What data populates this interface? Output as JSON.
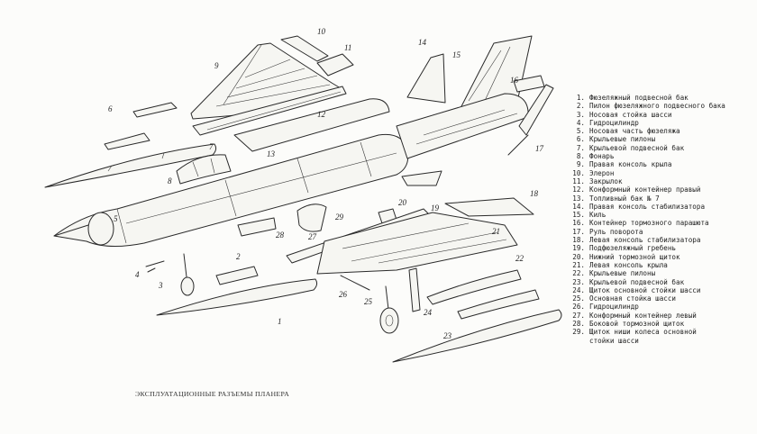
{
  "diagram": {
    "legend": [
      {
        "n": "1.",
        "text": "Фюзеляжный подвесной бак"
      },
      {
        "n": "2.",
        "text": "Пилон фюзеляжного подвесного бака"
      },
      {
        "n": "3.",
        "text": "Носовая стойка шасси"
      },
      {
        "n": "4.",
        "text": "Гидроцилиндр"
      },
      {
        "n": "5.",
        "text": "Носовая часть фюзеляжа"
      },
      {
        "n": "6.",
        "text": "Крыльевые пилоны"
      },
      {
        "n": "7.",
        "text": "Крыльевой подвесной бак"
      },
      {
        "n": "8.",
        "text": "Фонарь"
      },
      {
        "n": "9.",
        "text": "Правая консоль крыла"
      },
      {
        "n": "10.",
        "text": "Элерон"
      },
      {
        "n": "11.",
        "text": "Закрылок"
      },
      {
        "n": "12.",
        "text": "Конформный контейнер правый"
      },
      {
        "n": "13.",
        "text": "Топливный бак № 7"
      },
      {
        "n": "14.",
        "text": "Правая консоль стабилизатора"
      },
      {
        "n": "15.",
        "text": "Киль"
      },
      {
        "n": "16.",
        "text": "Контейнер тормозного парашюта"
      },
      {
        "n": "17.",
        "text": "Руль поворота"
      },
      {
        "n": "18.",
        "text": "Левая консоль стабилизатора"
      },
      {
        "n": "19.",
        "text": "Подфюзеляжный гребень"
      },
      {
        "n": "20.",
        "text": "Нижний тормозной щиток"
      },
      {
        "n": "21.",
        "text": "Левая консоль крыла"
      },
      {
        "n": "22.",
        "text": "Крыльевые пилоны"
      },
      {
        "n": "23.",
        "text": "Крыльевой подвесной бак"
      },
      {
        "n": "24.",
        "text": "Щиток основной стойки шасси"
      },
      {
        "n": "25.",
        "text": "Основная стойка шасси"
      },
      {
        "n": "26.",
        "text": "Гидроцилиндр"
      },
      {
        "n": "27.",
        "text": "Конформный контейнер левый"
      },
      {
        "n": "28.",
        "text": "Боковой тормозной щиток"
      },
      {
        "n": "29.",
        "text": "Щиток ниши колеса основной",
        "cont": "стойки шасси"
      }
    ],
    "caption": "ЭКСПЛУАТАЦИОННЫЕ РАЗЪЕМЫ ПЛАНЕРА",
    "callouts": [
      "1",
      "2",
      "3",
      "4",
      "5",
      "6",
      "7",
      "8",
      "9",
      "10",
      "11",
      "12",
      "13",
      "14",
      "15",
      "16",
      "17",
      "18",
      "19",
      "20",
      "21",
      "22",
      "23",
      "24",
      "25",
      "26",
      "27",
      "28",
      "29"
    ]
  }
}
